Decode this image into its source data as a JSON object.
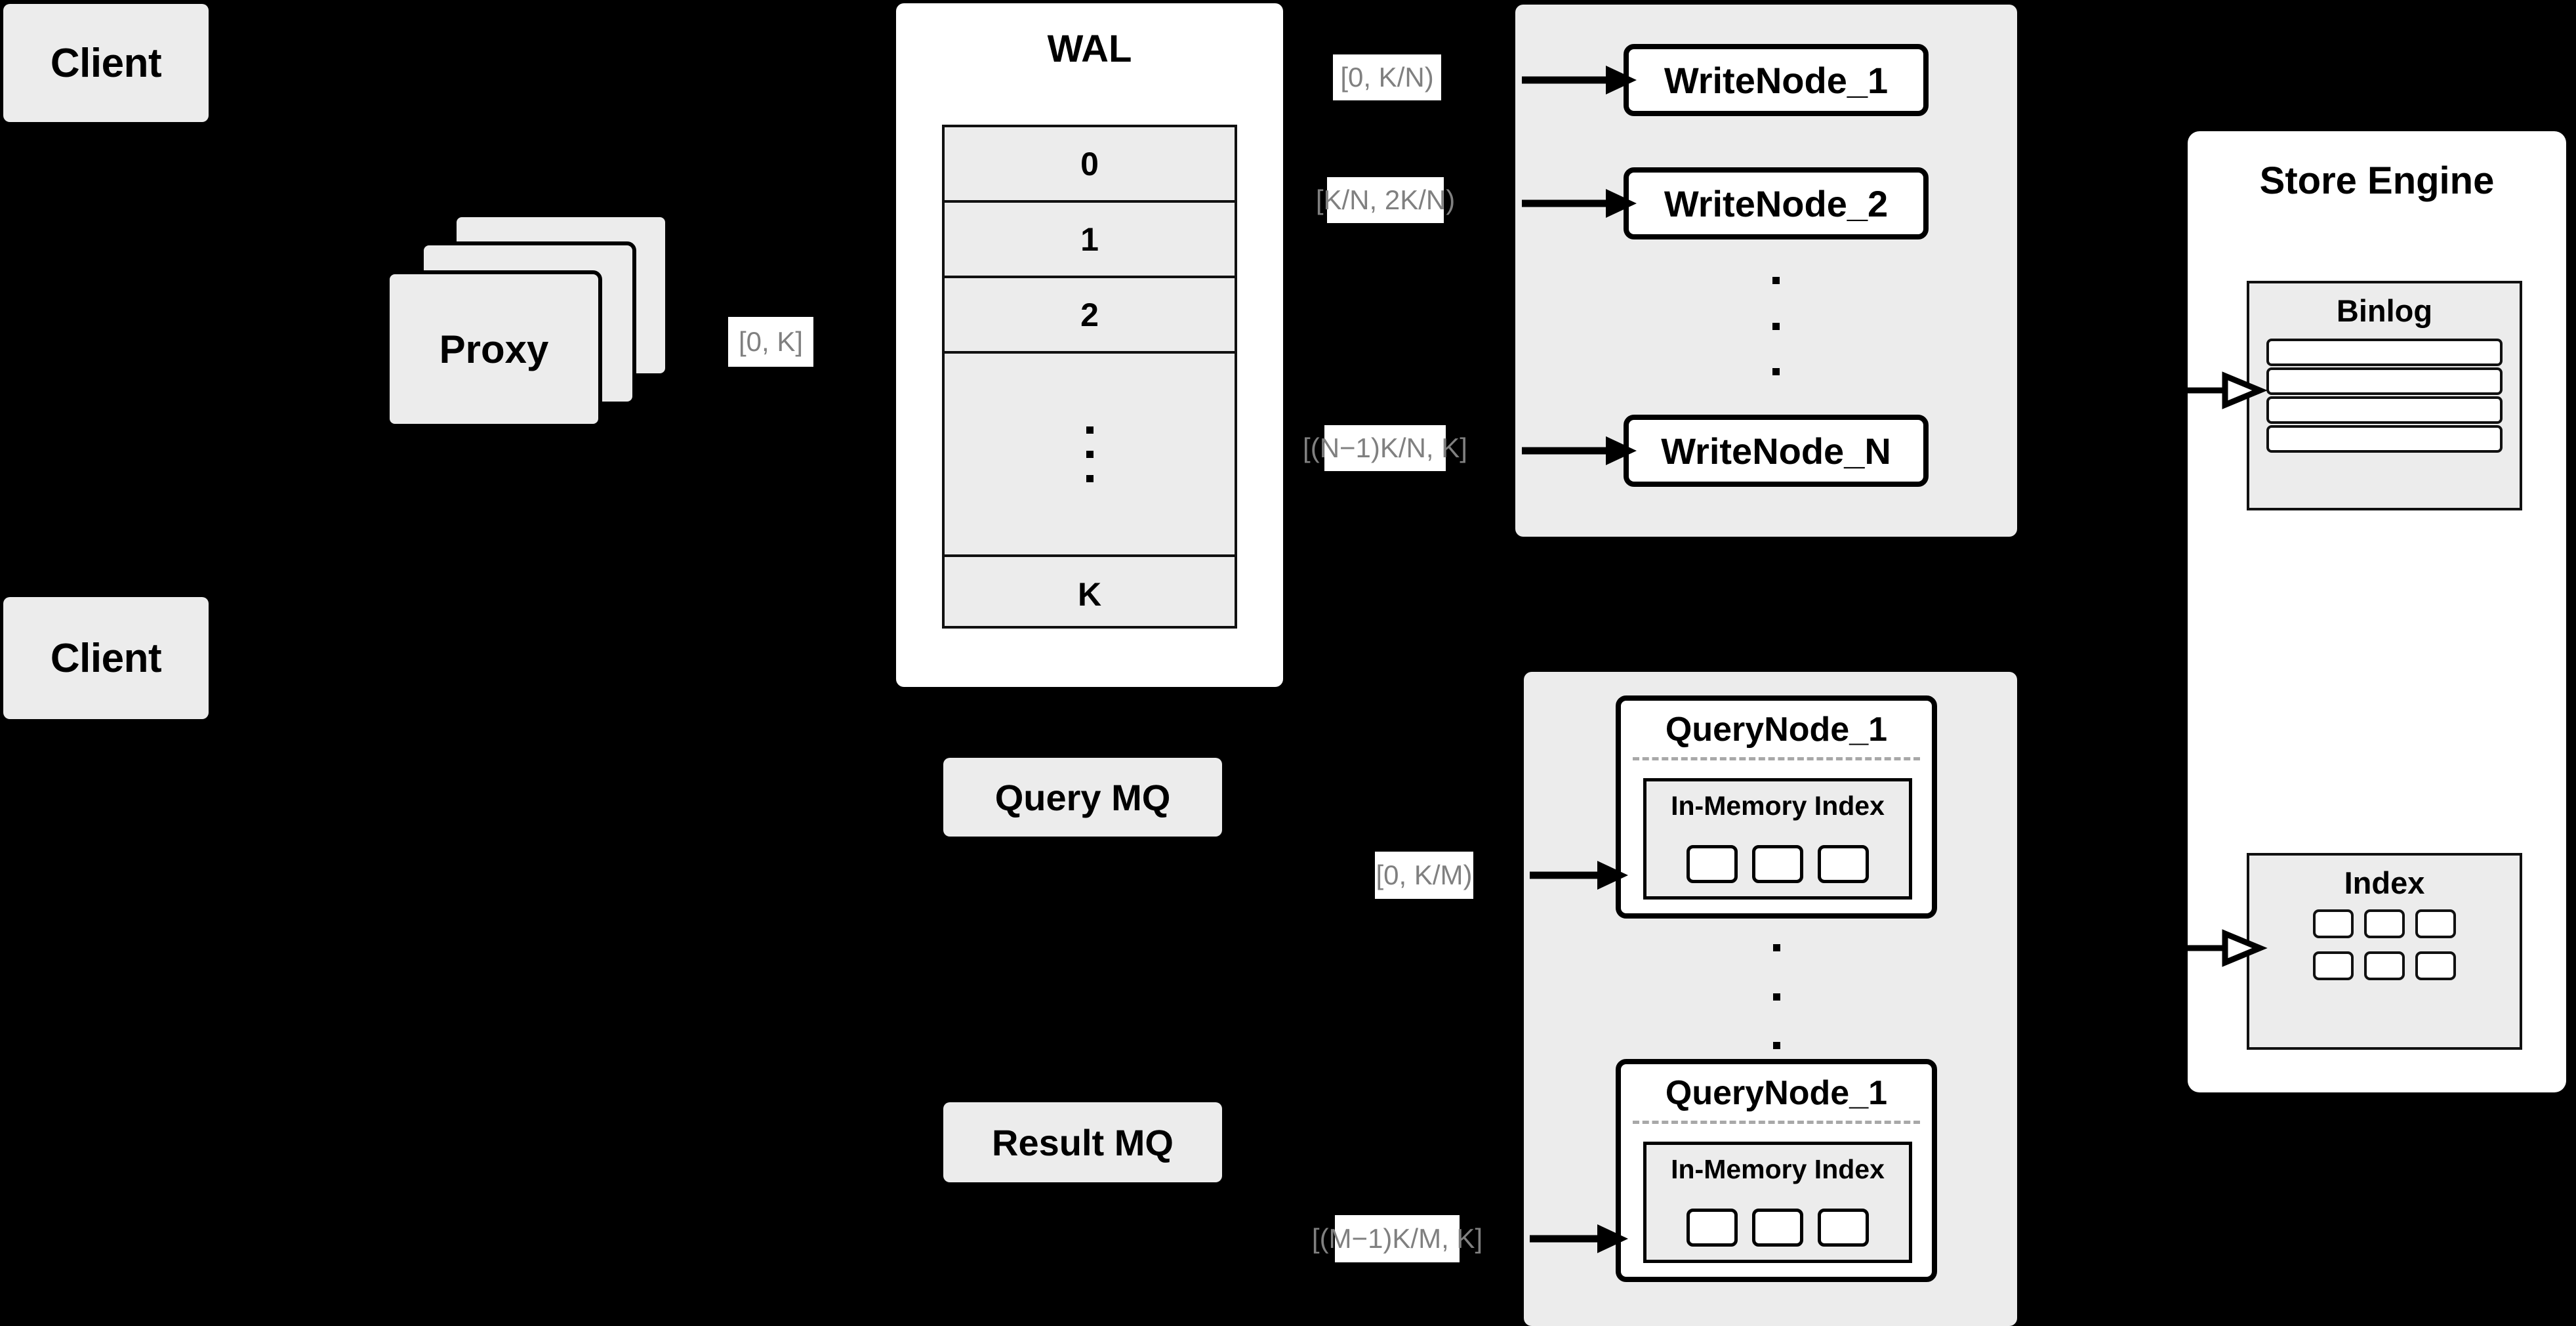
{
  "clients": [
    {
      "label": "Client"
    },
    {
      "label": "Client"
    }
  ],
  "proxy": {
    "label": "Proxy"
  },
  "range_labels": {
    "proxy_to_wal": "[0, K]",
    "write_node_1": "[0,  K/N)",
    "write_node_2": "[K/N, 2K/N)",
    "write_node_n": "[(N−1)K/N,  K]",
    "query_node_1": "[0, K/M)",
    "query_node_m": "[(M−1)K/M, K]"
  },
  "wal": {
    "title": "WAL",
    "rows": [
      "0",
      "1",
      "2",
      "···",
      "K"
    ]
  },
  "queues": {
    "query_mq": "Query MQ",
    "result_mq": "Result MQ"
  },
  "write_cluster": {
    "nodes": [
      {
        "label": "WriteNode_1"
      },
      {
        "label": "WriteNode_2"
      },
      {
        "label": "WriteNode_N"
      }
    ]
  },
  "query_cluster": {
    "nodes": [
      {
        "title": "QueryNode_1",
        "index_label": "In-Memory Index",
        "cells": 3
      },
      {
        "title": "QueryNode_1",
        "index_label": "In-Memory Index",
        "cells": 3
      }
    ]
  },
  "store_engine": {
    "title": "Store Engine",
    "binlog": {
      "title": "Binlog",
      "rows": 4
    },
    "index": {
      "title": "Index",
      "rows": 2,
      "cols": 3
    }
  },
  "colors": {
    "background": "#000000",
    "panel_gray": "#ececec",
    "panel_white": "#ffffff",
    "stroke": "#000000",
    "label_text": "#808080",
    "divider": "#a8a8a8"
  }
}
